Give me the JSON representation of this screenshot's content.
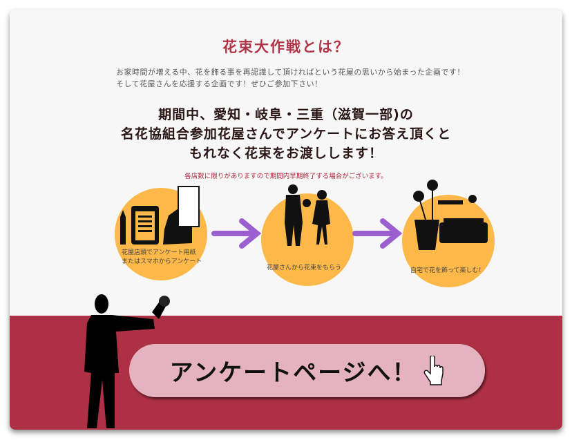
{
  "title": "花束大作戦とは？",
  "intro": [
    "お家時間が増える中、花を飾る事を再認識して頂ければという花屋の思いから始まった企画です！",
    "そして花屋さんを応援する企画です！ぜひご参加下さい！"
  ],
  "headline": [
    "期間中、愛知・岐阜・三重（滋賀一部)の",
    "名花協組合参加花屋さんでアンケートにお答え頂くと",
    "もれなく花束をお渡しします！"
  ],
  "note": "各店数に限りがありますので期間内早期終了する場合がございます。",
  "steps": [
    {
      "label1": "花屋店頭でアンケート用紙",
      "label2": "またはスマホからアンケート"
    },
    {
      "label1": "花屋さんから花束をもらう"
    },
    {
      "label1": "自宅で花を飾って楽しむ！"
    }
  ],
  "cta": {
    "label": "アンケートページへ！",
    "icon": "pointing-hand-icon"
  },
  "colors": {
    "accent": "#b03447",
    "band": "#ad3045",
    "button": "#e5b3c0",
    "circle": "#fcb94a",
    "arrow": "#9b5fcf"
  }
}
